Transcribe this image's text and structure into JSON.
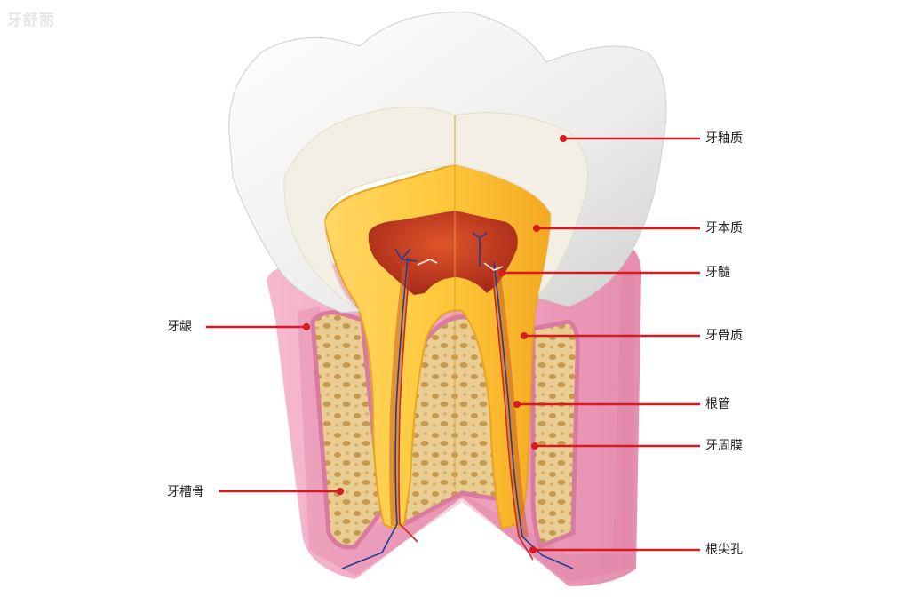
{
  "watermark": "牙舒丽",
  "labels": {
    "enamel": "牙釉质",
    "dentin": "牙本质",
    "pulp": "牙髓",
    "cementum": "牙骨质",
    "root_canal": "根管",
    "periodontal_ligament": "牙周膜",
    "apical_foramen": "根尖孔",
    "gingiva": "牙龈",
    "alveolar_bone": "牙槽骨"
  },
  "colors": {
    "leader": "#d71920",
    "enamel": "#f1f1ef",
    "dentin_light": "#ffcf4a",
    "dentin_dark": "#f2a11a",
    "pulp": "#b8351e",
    "gum": "#f2aac4",
    "gum_dark": "#d9709a",
    "bone": "#e7c98a",
    "bone_dark": "#c99e52"
  }
}
